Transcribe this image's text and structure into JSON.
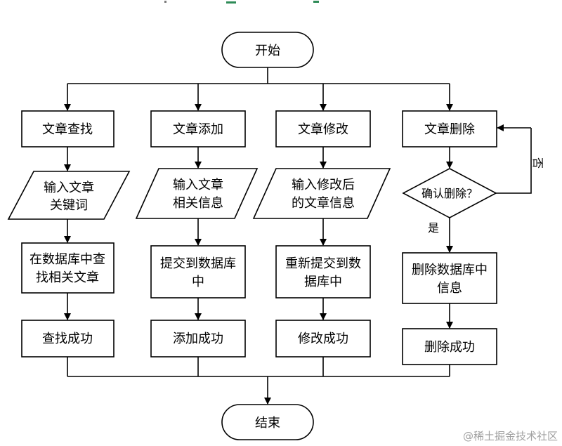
{
  "start": "开始",
  "end": "结束",
  "columns": [
    {
      "name": "文章查找",
      "input": [
        "输入文章",
        "关键词"
      ],
      "process": [
        "在数据库中查",
        "找相关文章"
      ],
      "result": "查找成功"
    },
    {
      "name": "文章添加",
      "input": [
        "输入文章",
        "相关信息"
      ],
      "process": [
        "提交到数据库",
        "中"
      ],
      "result": "添加成功"
    },
    {
      "name": "文章修改",
      "input": [
        "输入修改后",
        "的文章信息"
      ],
      "process": [
        "重新提交到数",
        "据库中"
      ],
      "result": "修改成功"
    },
    {
      "name": "文章删除",
      "decision": "确认删除？",
      "yes": "是",
      "no": "否",
      "process": [
        "删除数据库中",
        "信息"
      ],
      "result": "删除成功"
    }
  ],
  "watermark": "@稀土掘金技术社区"
}
